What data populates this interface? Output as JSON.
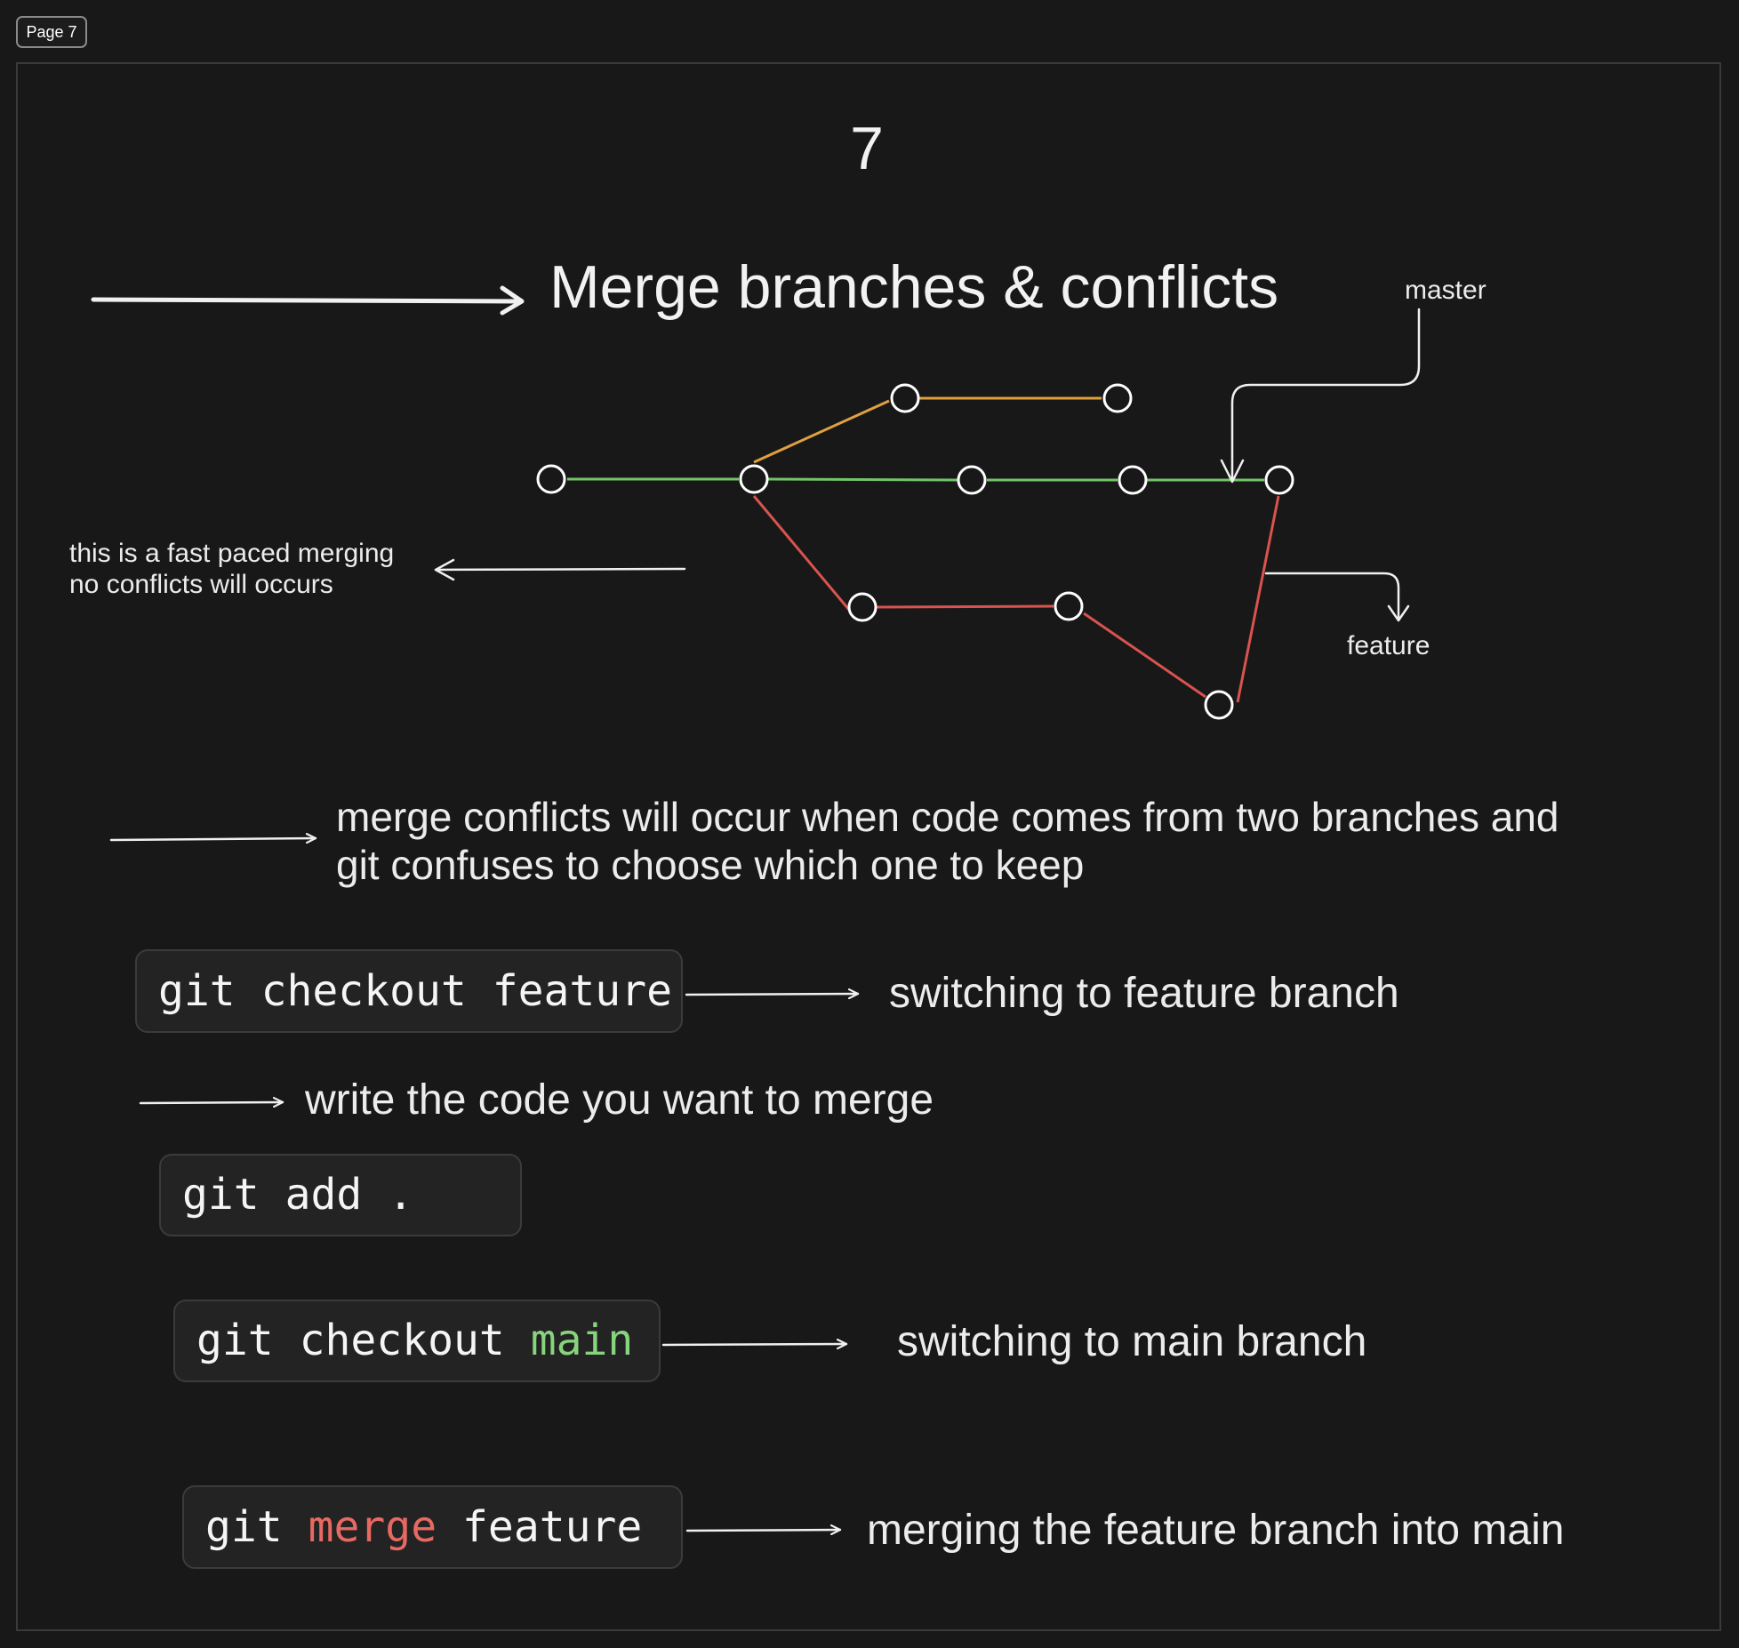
{
  "page_badge": "Page 7",
  "page_number": "7",
  "title": "Merge branches & conflicts",
  "graph": {
    "master_label": "master",
    "feature_label": "feature",
    "colors": {
      "main": "#73c46a",
      "orange": "#e0a040",
      "red": "#d9534f",
      "node_stroke": "#ffffff",
      "arrow": "#f0f0f0"
    }
  },
  "fast_merge_note": {
    "line1": "this is a fast paced merging",
    "line2": "no conflicts will occurs"
  },
  "conflict_note": {
    "line1": "merge conflicts will occur when code comes from two branches and",
    "line2": "git confuses to choose which one to keep"
  },
  "steps": {
    "checkout_feature": {
      "cmd": [
        "git",
        "checkout",
        "feature"
      ],
      "desc": "switching to feature branch"
    },
    "write_code": "write the code you want to merge",
    "add": {
      "cmd": [
        "git",
        "add",
        "."
      ]
    },
    "checkout_main": {
      "cmd": [
        "git",
        "checkout",
        "main"
      ],
      "desc": "switching to main branch"
    },
    "merge": {
      "cmd": [
        "git",
        "merge",
        "feature"
      ],
      "desc": "merging the feature branch into main"
    }
  }
}
